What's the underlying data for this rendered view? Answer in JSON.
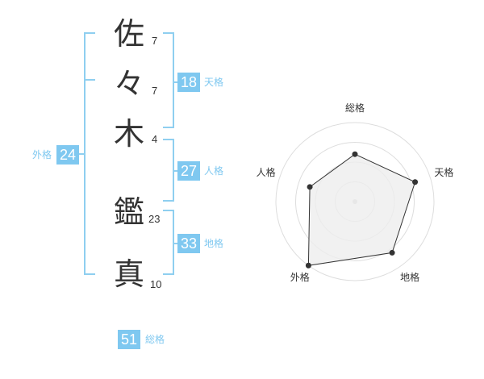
{
  "name_characters": [
    {
      "char": "佐",
      "strokes": "7"
    },
    {
      "char": "々",
      "strokes": "7"
    },
    {
      "char": "木",
      "strokes": "4"
    },
    {
      "char": "鑑",
      "strokes": "23"
    },
    {
      "char": "真",
      "strokes": "10"
    }
  ],
  "scores": {
    "tenkaku": {
      "value": "18",
      "label": "天格"
    },
    "jinkaku": {
      "value": "27",
      "label": "人格"
    },
    "chikaku": {
      "value": "33",
      "label": "地格"
    },
    "gaikaku": {
      "value": "24",
      "label": "外格"
    },
    "soukaku": {
      "value": "51",
      "label": "総格"
    }
  },
  "colors": {
    "accent": "#7fc8f0",
    "bracket": "#8fcff0",
    "text": "#333333"
  },
  "chart_data": {
    "type": "radar",
    "axes": [
      "総格",
      "天格",
      "地格",
      "外格",
      "人格"
    ],
    "max": 5,
    "rings": 4,
    "values": [
      3,
      4,
      4,
      5,
      3
    ],
    "fill": "#eeeeee",
    "stroke": "#333333"
  }
}
